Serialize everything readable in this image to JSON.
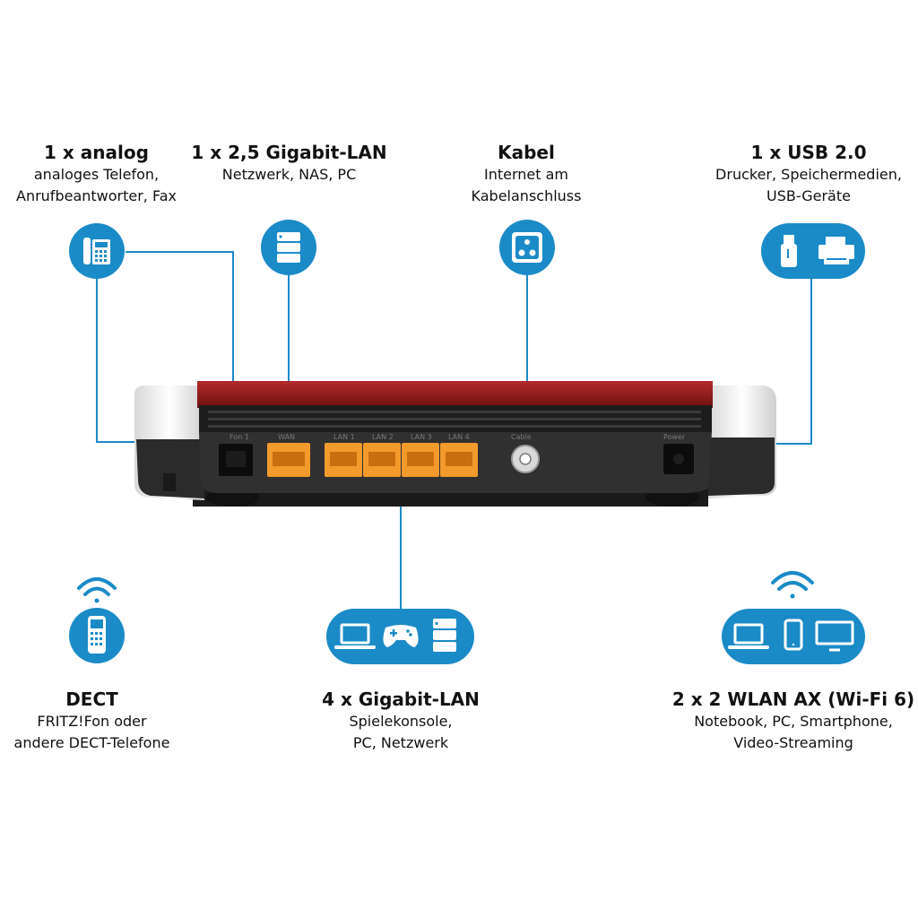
{
  "colors": {
    "accent": "#1A8BC7",
    "router_red": "#8E1A1A",
    "router_body": "#2E2E2E",
    "port_orange": "#F39A2C",
    "text": "#111111"
  },
  "callouts": {
    "analog": {
      "title": "1 x analog",
      "lines": [
        "analoges Telefon,",
        "Anrufbeantworter, Fax"
      ],
      "icons": [
        "desk-phone-icon"
      ]
    },
    "wan_lan": {
      "title": "1 x 2,5 Gigabit-LAN",
      "lines": [
        "Netzwerk, NAS, PC"
      ],
      "icons": [
        "nas-server-icon"
      ]
    },
    "cable": {
      "title": "Kabel",
      "lines": [
        "Internet am",
        "Kabelanschluss"
      ],
      "icons": [
        "coax-socket-icon"
      ]
    },
    "usb": {
      "title": "1 x USB 2.0",
      "lines": [
        "Drucker, Speichermedien,",
        "USB-Geräte"
      ],
      "icons": [
        "usb-stick-icon",
        "printer-icon"
      ]
    },
    "dect": {
      "title": "DECT",
      "lines": [
        "FRITZ!Fon oder",
        "andere DECT-Telefone"
      ],
      "icons": [
        "wifi-signal-icon",
        "dect-handset-icon"
      ]
    },
    "gigabit": {
      "title": "4 x Gigabit-LAN",
      "lines": [
        "Spielekonsole,",
        "PC, Netzwerk"
      ],
      "icons": [
        "laptop-icon",
        "gamepad-icon",
        "nas-server-icon"
      ]
    },
    "wlan": {
      "title": "2 x 2 WLAN AX (Wi-Fi 6)",
      "lines": [
        "Notebook, PC, Smartphone,",
        "Video-Streaming"
      ],
      "icons": [
        "wifi-signal-icon",
        "laptop-icon",
        "smartphone-icon",
        "monitor-icon"
      ]
    }
  },
  "router": {
    "ports": [
      "Fon 1",
      "WAN",
      "LAN 1",
      "LAN 2",
      "LAN 3",
      "LAN 4",
      "Cable",
      "Power"
    ],
    "lan_port_count": 5
  }
}
